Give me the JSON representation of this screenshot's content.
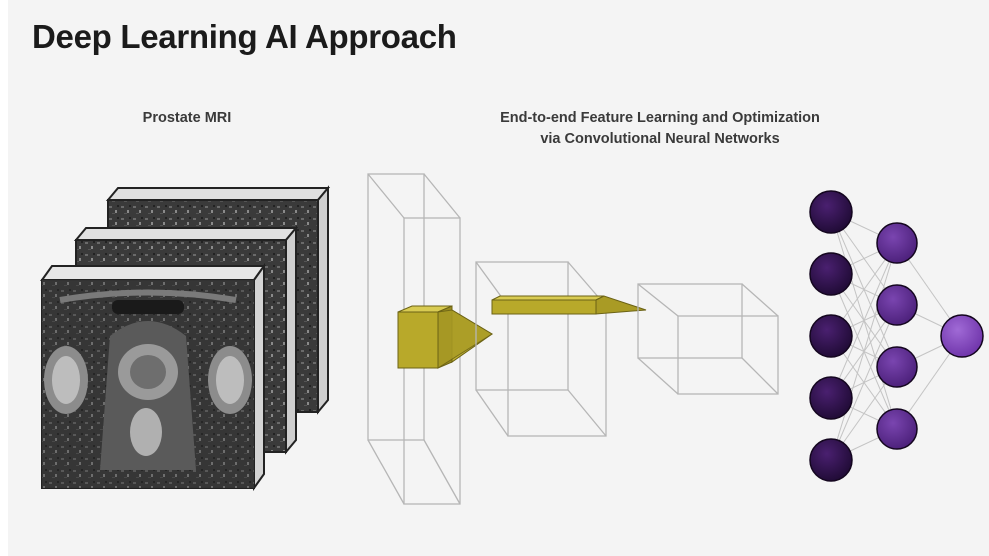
{
  "title": "Deep Learning AI Approach",
  "labels": {
    "mri": "Prostate MRI",
    "cnn_line1": "End-to-end Feature Learning and Optimization",
    "cnn_line2": "via Convolutional Neural Networks"
  },
  "colors": {
    "background": "#f4f4f4",
    "kernel": "#b8a92a",
    "neuron_dark": "#2a0f44",
    "neuron_mid": "#5a2b8c",
    "neuron_out": "#7e3fb8"
  },
  "network": {
    "layers": [
      5,
      4,
      1
    ]
  }
}
